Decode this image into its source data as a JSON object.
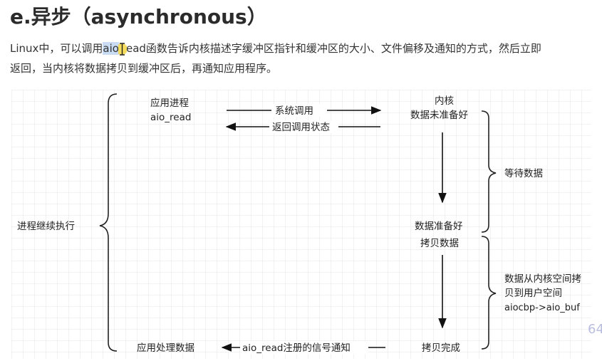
{
  "heading": "e.异步（asynchronous）",
  "paragraph": {
    "line1_before": "Linux中，可以调用",
    "line1_highlight": "aio",
    "line1_after": "ead函数告诉内核描述字缓冲区指针和缓冲区的大小、文件偏移及通知的方式，然后立即",
    "line2": "返回，当内核将数据拷贝到缓冲区后，再通知应用程序。"
  },
  "diagram": {
    "app_process": "应用进程",
    "aio_read": "aio_read",
    "syscall": "系统调用",
    "return_status": "返回调用状态",
    "kernel": "内核",
    "data_not_ready": "数据未准备好",
    "wait_data": "等待数据",
    "data_ready": "数据准备好",
    "copy_data": "拷贝数据",
    "copy_desc_1": "数据从内核空间拷",
    "copy_desc_2": "贝到用户空间",
    "copy_desc_3": "aiocbp->aio_buf",
    "process_continue": "进程继续执行",
    "app_handle_data": "应用处理数据",
    "signal_notify": "aio_read注册的信号通知",
    "copy_done": "拷贝完成"
  },
  "page_number": "64"
}
